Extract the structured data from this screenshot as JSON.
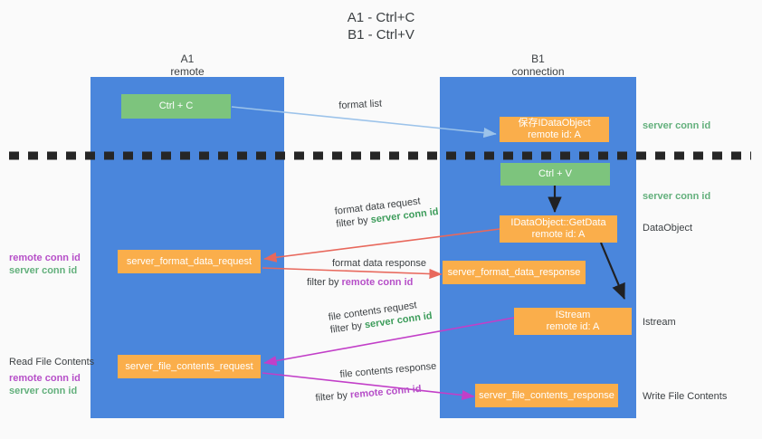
{
  "title": {
    "line1": "A1 - Ctrl+C",
    "line2": "B1 - Ctrl+V"
  },
  "colors": {
    "lane": "#4a86DC",
    "green_node": "#7DC47D",
    "orange_node": "#FAAE4B",
    "accent_green": "#63B07C",
    "accent_purple": "#B64FC8",
    "arrow_lightblue": "#9CC3EA",
    "arrow_red": "#E8685C",
    "arrow_magenta": "#C23FC8",
    "arrow_black": "#202124",
    "background": "#fafafa"
  },
  "lanes": [
    {
      "id": "a1",
      "title": "A1",
      "subtitle": "remote"
    },
    {
      "id": "b1",
      "title": "B1",
      "subtitle": "connection"
    }
  ],
  "nodes": [
    {
      "id": "ctrl-c",
      "line1": "Ctrl + C",
      "line2": ""
    },
    {
      "id": "idataobject-saved",
      "line1": "保存IDataObject",
      "line2": "remote id: A"
    },
    {
      "id": "ctrl-v",
      "line1": "Ctrl + V",
      "line2": ""
    },
    {
      "id": "idataobject-getdata",
      "line1": "IDataObject::GetData",
      "line2": "remote id: A"
    },
    {
      "id": "server-format-data-request",
      "line1": "server_format_data_request",
      "line2": ""
    },
    {
      "id": "server-format-data-response",
      "line1": "server_format_data_response",
      "line2": ""
    },
    {
      "id": "istream",
      "line1": "IStream",
      "line2": "remote id: A"
    },
    {
      "id": "server-file-contents-request",
      "line1": "server_file_contents_request",
      "line2": ""
    },
    {
      "id": "server-file-contents-response",
      "line1": "server_file_contents_response",
      "line2": ""
    }
  ],
  "edge_labels": {
    "format_list": "format list",
    "format_data_request": "format data request",
    "format_data_request_filter_prefix": "filter by ",
    "format_data_request_filter_value": "server conn id",
    "format_data_response": "format data response",
    "format_data_response_filter_prefix": "filter by ",
    "format_data_response_filter_value": "remote conn id",
    "file_contents_request": "file contents request",
    "file_contents_request_filter_prefix": "filter by ",
    "file_contents_request_filter_value": "server conn id",
    "file_contents_response": "file contents response",
    "file_contents_response_filter_prefix": "filter by ",
    "file_contents_response_filter_value": "remote conn id"
  },
  "side_notes": {
    "right_server_conn_id_top": "server conn id",
    "right_server_conn_id_mid": "server conn id",
    "right_dataobject": "DataObject",
    "right_istream": "Istream",
    "right_write_file_contents": "Write File Contents",
    "left_remote_conn_id_1": "remote conn id",
    "left_server_conn_id_1": "server conn id",
    "left_read_file_contents": "Read File Contents",
    "left_remote_conn_id_2": "remote conn id",
    "left_server_conn_id_2": "server conn id"
  }
}
